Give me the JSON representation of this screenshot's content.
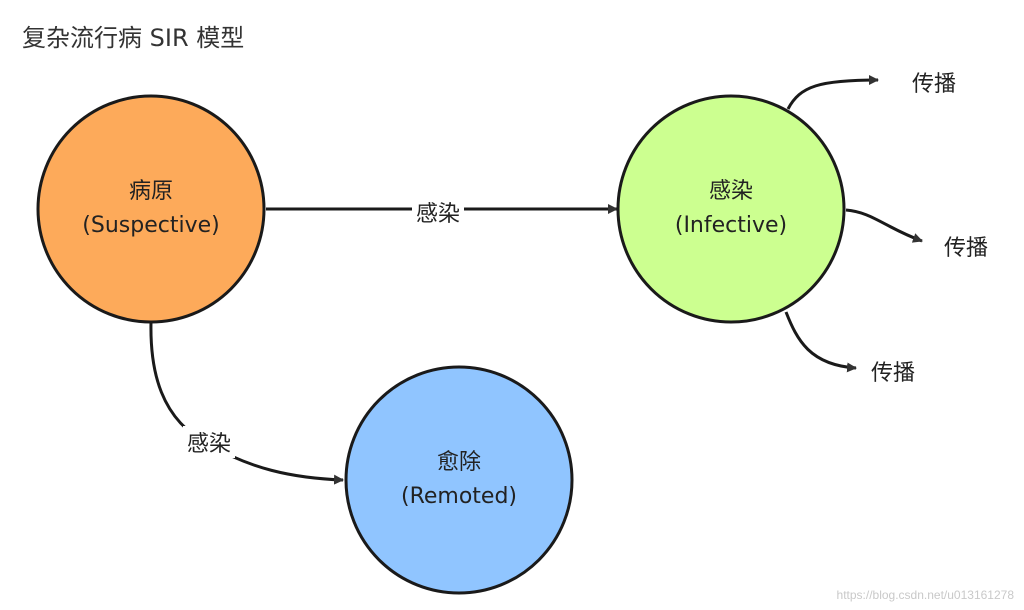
{
  "title": "复杂流行病 SIR 模型",
  "nodes": {
    "suspective": {
      "name": "病原",
      "sub": "(Suspective)",
      "color": "#fdaa5a"
    },
    "infective": {
      "name": "感染",
      "sub": "(Infective)",
      "color": "#ccff90"
    },
    "remoted": {
      "name": "愈除",
      "sub": "(Remoted)",
      "color": "#90c5ff"
    }
  },
  "edges": {
    "s_to_i": "感染",
    "s_to_r": "感染"
  },
  "spread": [
    "传播",
    "传播",
    "传播"
  ],
  "watermark": "https://blog.csdn.net/u013161278",
  "colors": {
    "outline": "#1a1a1a"
  }
}
